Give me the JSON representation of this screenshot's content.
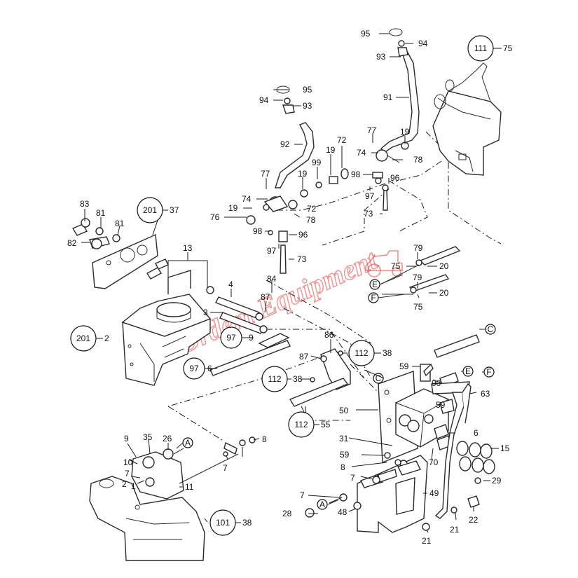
{
  "watermark": "Ordem Equipment",
  "colors": {
    "line": "#2a2a2a",
    "watermark": "#e23a3a",
    "background": "#ffffff"
  },
  "callouts": {
    "c111_75": "75",
    "c111_75_ref": "111",
    "c201_37": "37",
    "c201_37_ref": "201",
    "c201_2": "2",
    "c201_2_ref": "201",
    "c97_9": "9",
    "c97_9_ref": "97",
    "c97_6": "6",
    "c97_6_ref": "97",
    "c112_38a": "38",
    "c112_38a_ref": "112",
    "c112_38b": "38",
    "c112_38b_ref": "112",
    "c112_55": "55",
    "c112_55_ref": "112",
    "c101_38": "38",
    "c101_38_ref": "101"
  },
  "connectors": {
    "A": "A",
    "C": "C",
    "E": "E",
    "F": "F"
  },
  "parts": {
    "p95a": "95",
    "p94a": "94",
    "p93a": "93",
    "p91": "91",
    "p95b": "95",
    "p94b": "94",
    "p93b": "93",
    "p92": "92",
    "p77a": "77",
    "p19a": "19",
    "p74a": "74",
    "p78a": "78",
    "p19b": "19",
    "p72a": "72",
    "p99": "99",
    "p19c": "19",
    "p98a": "98",
    "p96a": "96",
    "p97a": "97",
    "p73a": "73",
    "p77b": "77",
    "p74b": "74",
    "p19d": "19",
    "p76": "76",
    "p72b": "72",
    "p78b": "78",
    "p98b": "98",
    "p96b": "96",
    "p97b": "97",
    "p73b": "73",
    "p79a": "79",
    "p75a": "75",
    "p20a": "20",
    "p79b": "79",
    "p75b": "75",
    "p20b": "20",
    "p83": "83",
    "p81a": "81",
    "p82": "82",
    "p81b": "81",
    "p13": "13",
    "p4": "4",
    "p3": "3",
    "p84": "84",
    "p87a": "87",
    "p86": "86",
    "p87b": "87",
    "p59a": "59",
    "p90": "90",
    "p63": "63",
    "p59b": "59",
    "p50": "50",
    "p6": "6",
    "p15": "15",
    "p31": "31",
    "p59c": "59",
    "p8a": "8",
    "p70": "70",
    "p7a": "7",
    "p29": "29",
    "p49": "49",
    "p7b": "7",
    "p28": "28",
    "p48": "48",
    "p21a": "21",
    "p21b": "21",
    "p22": "22",
    "p9": "9",
    "p35": "35",
    "p26": "26",
    "p8b": "8",
    "p10": "10",
    "p7c": "7",
    "p7d": "7",
    "p2": "2",
    "p1": "1",
    "p11": "11"
  }
}
